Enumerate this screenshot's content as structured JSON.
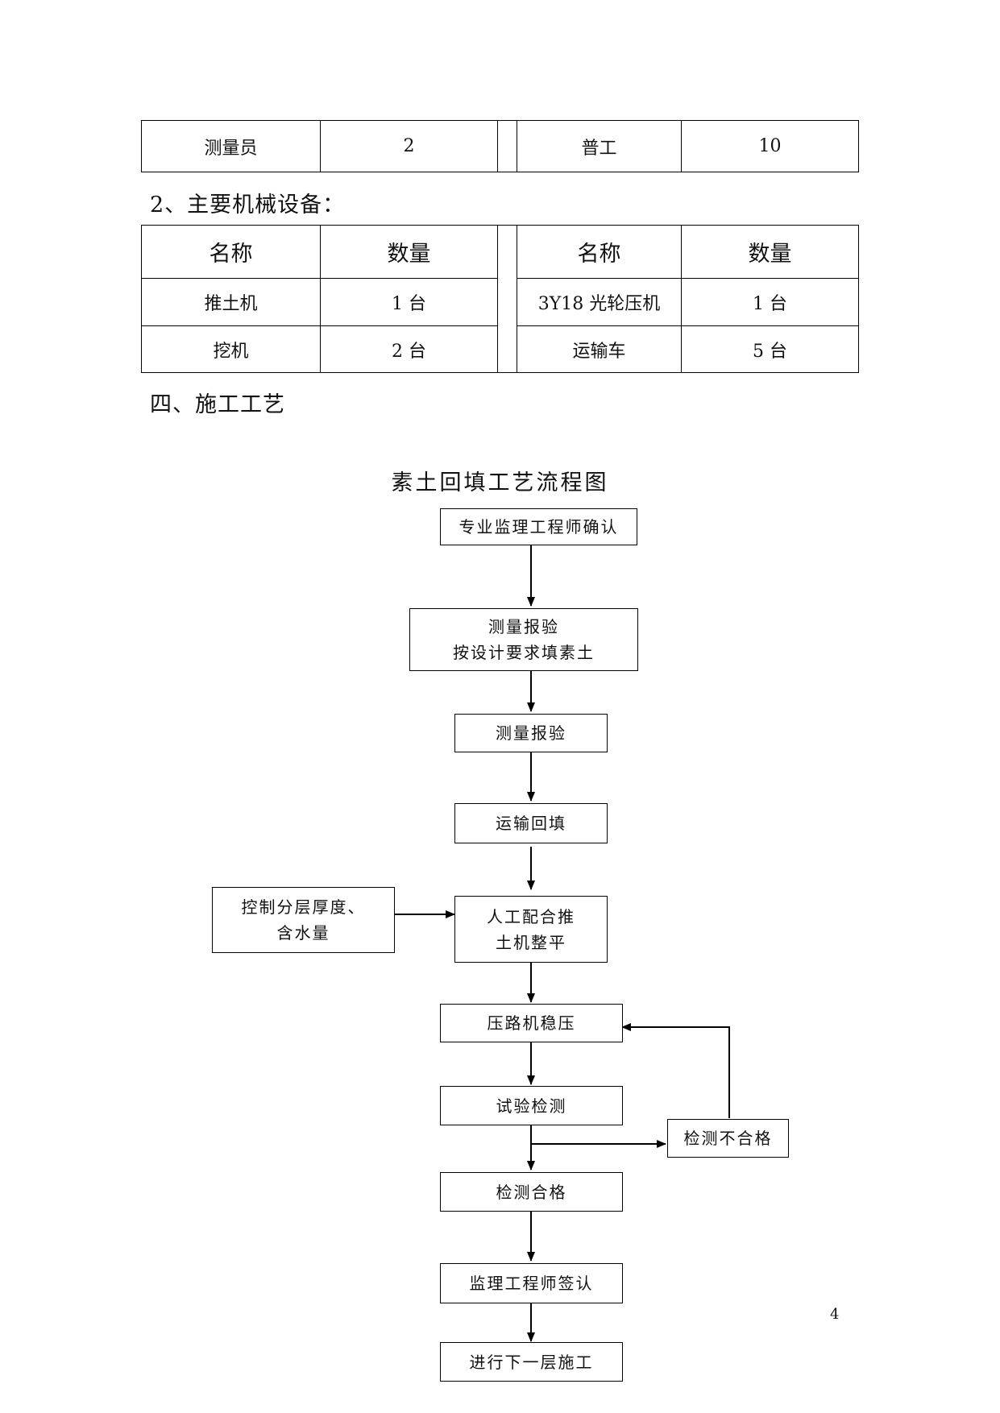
{
  "personnel_table": {
    "rows": [
      [
        "测量员",
        "2",
        "普工",
        "10"
      ]
    ]
  },
  "equipment_section": {
    "heading": "2、主要机械设备：",
    "header": [
      "名称",
      "数量",
      "名称",
      "数量"
    ],
    "rows": [
      [
        "推土机",
        "1 台",
        "3Y18 光轮压机",
        "1 台"
      ],
      [
        "挖机",
        "2 台",
        "运输车",
        "5 台"
      ]
    ]
  },
  "process_section": {
    "heading": "四、施工工艺"
  },
  "flowchart": {
    "title": "素土回填工艺流程图",
    "nodes": {
      "supervisor_confirm": [
        "专业监理工程师确认"
      ],
      "survey_fill": [
        "测量报验",
        "按设计要求填素土"
      ],
      "survey_report": [
        "测量报验"
      ],
      "transport_backfill": [
        "运输回填"
      ],
      "control_layer": [
        "控制分层厚度、",
        "含水量"
      ],
      "manual_level": [
        "人工配合推",
        "土机整平"
      ],
      "roller_compact": [
        "压路机稳压"
      ],
      "test_inspect": [
        "试验检测"
      ],
      "inspect_fail": [
        "检测不合格"
      ],
      "inspect_pass": [
        "检测合格"
      ],
      "engineer_sign": [
        "监理工程师签认"
      ],
      "next_layer": [
        "进行下一层施工"
      ]
    }
  },
  "page_number": "4"
}
